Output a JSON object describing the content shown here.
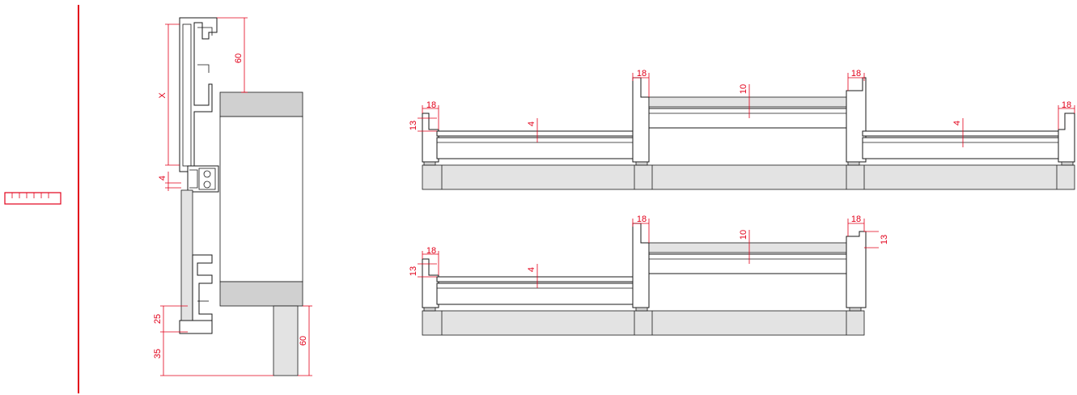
{
  "accent_color": "#e2001a",
  "side_section": {
    "dim_top": "60",
    "dim_x": "X",
    "dim_gap": "4",
    "dim_bottom_left_upper": "25",
    "dim_bottom_left_lower": "35",
    "dim_bottom_right": "60"
  },
  "plan_three_track": {
    "left_frame": "18",
    "left_height": "13",
    "left_panel": "4",
    "center_frame": "18",
    "center_panel": "10",
    "right_frame_upper": "18",
    "right_panel": "4",
    "right_frame": "18"
  },
  "plan_two_track": {
    "left_frame": "18",
    "left_height": "13",
    "left_panel": "4",
    "center_frame": "18",
    "center_panel": "10",
    "right_frame": "18",
    "right_height": "13"
  },
  "icons": {
    "scale_ruler": "ruler-icon"
  }
}
